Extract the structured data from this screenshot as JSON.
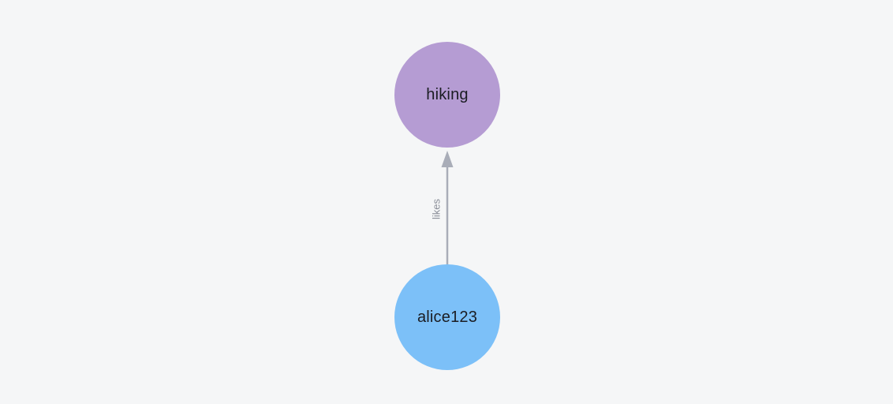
{
  "canvas": {
    "background": "#f5f6f7"
  },
  "graph": {
    "nodes": [
      {
        "id": "hiking",
        "label": "hiking",
        "color": "#b59cd3",
        "text_color": "#1b1d23"
      },
      {
        "id": "alice123",
        "label": "alice123",
        "color": "#7cc0f8",
        "text_color": "#1b1d23"
      }
    ],
    "edges": [
      {
        "from": "alice123",
        "to": "hiking",
        "label": "likes",
        "directed": true,
        "color": "#a9adb8",
        "label_color": "#8a8e98"
      }
    ]
  }
}
